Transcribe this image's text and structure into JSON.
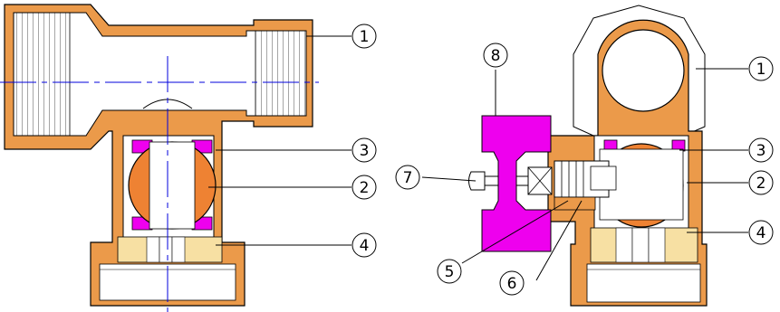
{
  "diagram": {
    "colors": {
      "body": "#EB9A4A",
      "ball": "#EE8233",
      "seal": "#EE00EE",
      "brass": "#F7E0A3",
      "steel": "#FFFFFF",
      "axis": "#0000DD",
      "line": "#000000"
    },
    "callouts": {
      "left_1": "1",
      "left_2": "2",
      "left_3": "3",
      "left_4": "4",
      "right_1": "1",
      "right_2": "2",
      "right_3": "3",
      "right_4": "4",
      "part_5": "5",
      "part_6": "6",
      "part_7": "7",
      "part_8": "8"
    }
  }
}
